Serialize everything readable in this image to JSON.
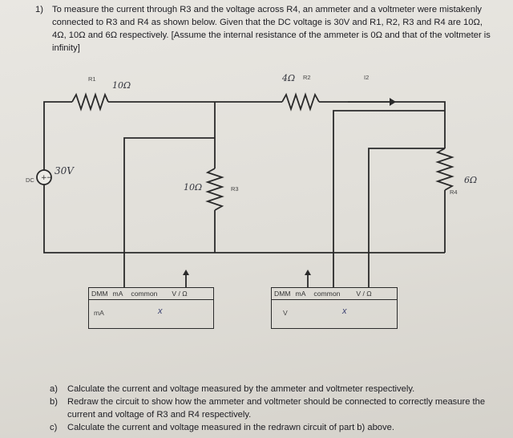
{
  "problem": {
    "number": "1)",
    "text": "To measure the current through R3 and the voltage across R4, an ammeter and a voltmeter were mistakenly connected to R3 and R4 as shown below. Given that the DC voltage is 30V and R1, R2, R3 and R4 are 10Ω, 4Ω, 10Ω and 6Ω respectively. [Assume the internal resistance of the ammeter is 0Ω and that of the voltmeter is infinity]"
  },
  "circuit": {
    "labels": {
      "r1": "R1",
      "r2": "R2",
      "r3": "R3",
      "r4": "R4",
      "i2": "I2",
      "dc": "DC"
    },
    "handwritten": {
      "r1_value": "10Ω",
      "r2_value": "4Ω",
      "r3_value": "10Ω",
      "r4_value": "6Ω",
      "dc_value": "30V"
    },
    "ammeter": {
      "top_labels": [
        "DMM",
        "mA",
        "common",
        "V / Ω"
      ],
      "bottom_label": "mA",
      "mark": "x"
    },
    "voltmeter": {
      "top_labels": [
        "DMM",
        "mA",
        "common",
        "V / Ω"
      ],
      "bottom_label": "V",
      "mark": "x"
    }
  },
  "questions": [
    {
      "letter": "a)",
      "text": "Calculate the current and voltage measured by the ammeter and voltmeter respectively."
    },
    {
      "letter": "b)",
      "text": "Redraw the circuit to show how the ammeter and voltmeter should be connected to correctly measure the current and voltage of R3 and R4 respectively."
    },
    {
      "letter": "c)",
      "text": "Calculate the current and voltage measured in the redrawn circuit of part b) above."
    }
  ]
}
